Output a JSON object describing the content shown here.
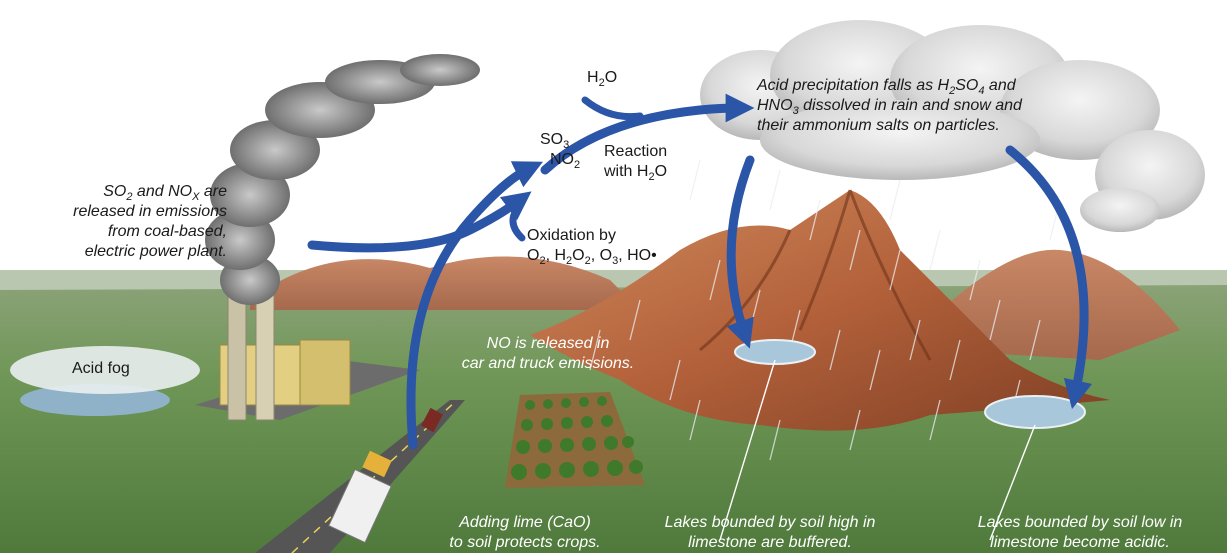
{
  "labels": {
    "emissions": {
      "l1a": "SO",
      "l1b": "2",
      "l1c": " and NO",
      "l1d": "X",
      "l1e": " are",
      "l2": "released in emissions",
      "l3": "from coal-based,",
      "l4": "electric power plant."
    },
    "h2o": {
      "a": "H",
      "b": "2",
      "c": "O"
    },
    "products": {
      "so": "SO",
      "so_sub": "3",
      "no": "NO",
      "no_sub": "2"
    },
    "reaction": {
      "l1": "Reaction",
      "l2a": "with H",
      "l2b": "2",
      "l2c": "O"
    },
    "oxidation": {
      "l1": "Oxidation by",
      "o2": "O",
      "o2s": "2",
      "c1": ", H",
      "h2": "2",
      "o2b": "O",
      "o2bs": "2",
      "c2": ", O",
      "o3s": "3",
      "c3": ", HO•"
    },
    "acid_precip": {
      "l1a": "Acid precipitation falls as H",
      "l1b": "2",
      "l1c": "SO",
      "l1d": "4",
      "l1e": " and",
      "l2a": "HNO",
      "l2b": "3",
      "l2c": " dissolved in rain and snow and",
      "l3": "their ammonium salts on particles."
    },
    "acid_fog": "Acid fog",
    "no_release": {
      "l1": "NO is released in",
      "l2": "car and truck emissions."
    },
    "lime": {
      "l1": "Adding lime (CaO)",
      "l2": "to soil protects crops."
    },
    "buffered": {
      "l1": "Lakes bounded by soil high in",
      "l2": "limestone are buffered."
    },
    "acidic": {
      "l1": "Lakes bounded by soil low in",
      "l2": "limestone become acidic."
    }
  },
  "colors": {
    "sky": "#ffffff",
    "ground": "#5f8a4a",
    "mountain": "#b5653c",
    "arrow": "#2b55a6",
    "lake": "#a9c7da",
    "smoke": "#8e8e8e",
    "cloud": "#d9d9d9"
  }
}
